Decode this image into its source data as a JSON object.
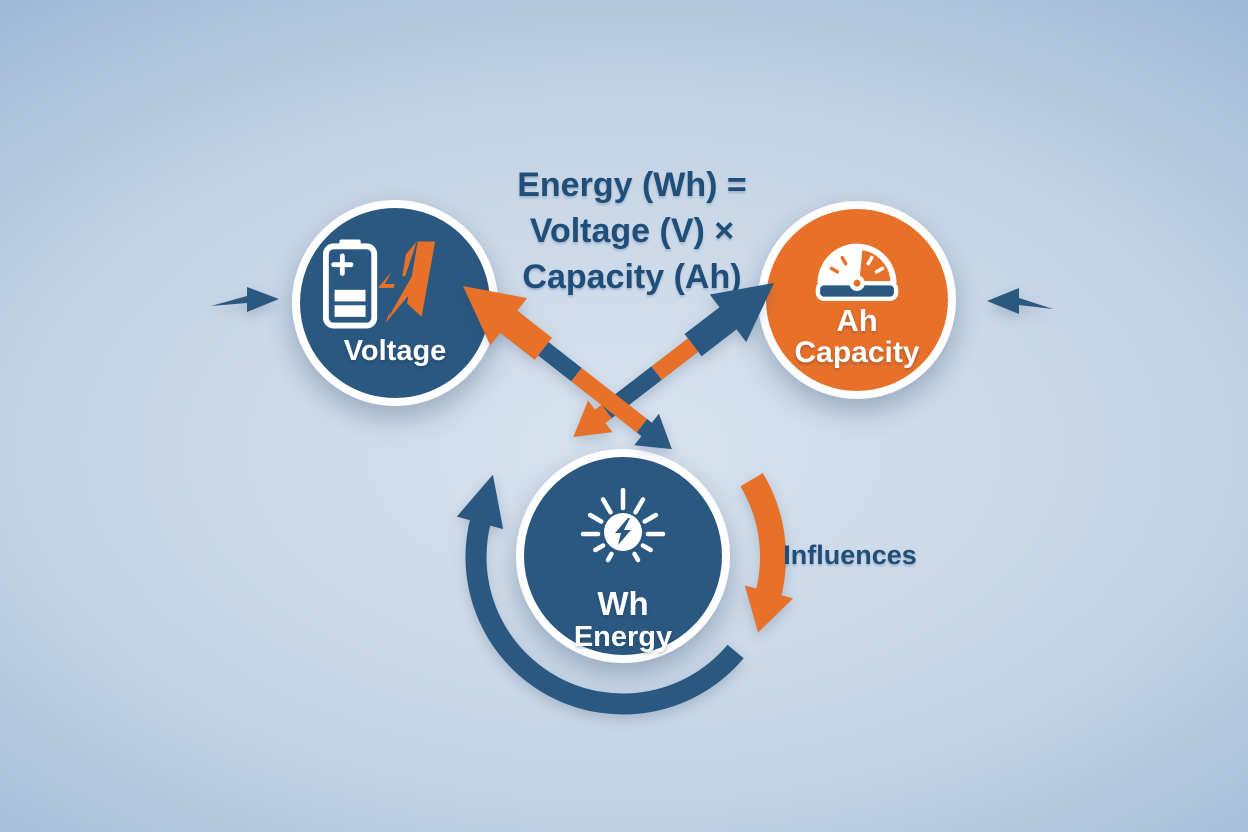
{
  "colors": {
    "navy": "#2b5880",
    "navy_text": "#1f4e79",
    "orange": "#e8712a",
    "white": "#ffffff",
    "bg_center": "#d8e2ee",
    "bg_mid": "#c3d3e4",
    "bg_mid2": "#9db8d5",
    "bg_edge": "#7093bd"
  },
  "formula": {
    "line1": "Energy (Wh) =",
    "line2": "Voltage (V) ×",
    "line3": "Capacity (Ah)"
  },
  "nodes": {
    "voltage": {
      "label": "Voltage",
      "icon": "battery-lightning-icon"
    },
    "capacity": {
      "label_line1": "Ah",
      "label_line2": "Capacity",
      "icon": "gauge-icon"
    },
    "energy": {
      "label_line1": "Wh",
      "label_line2": "Energy",
      "icon": "energy-burst-icon"
    }
  },
  "annotations": {
    "influences": "Influences"
  }
}
